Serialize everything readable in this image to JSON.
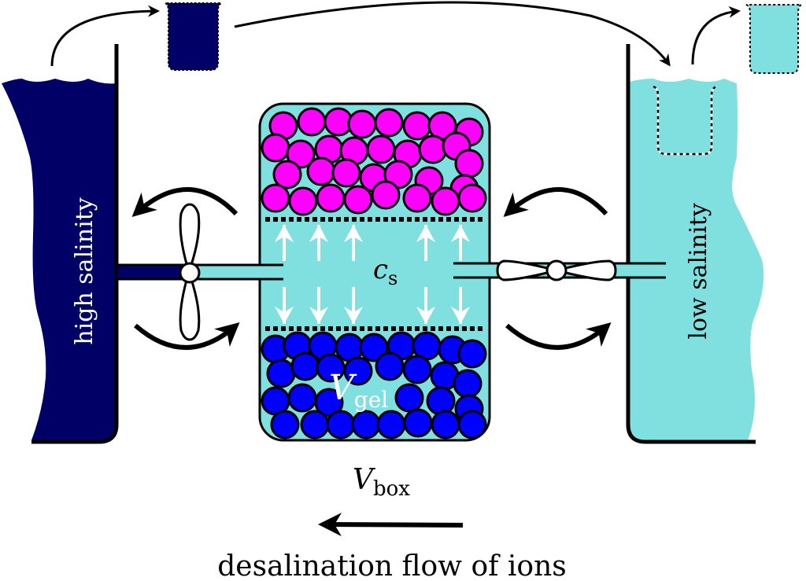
{
  "diagram": {
    "title": "Gel desalination engine schematic",
    "colors": {
      "high_salinity": "#000066",
      "low_salinity": "#80e0e0",
      "swollen_gel": "#ff00ff",
      "collapsed_gel": "#0000ff",
      "outline": "#000000",
      "arrow_light": "#ffffff"
    },
    "labels": {
      "high_salinity": "high salinity",
      "low_salinity": "low salinity",
      "cs_main": "c",
      "cs_sub": "s",
      "vgel_main": "V",
      "vgel_sub": "gel",
      "vbox_main": "V",
      "vbox_sub": "box",
      "flow_caption": "desalination flow of ions"
    },
    "components": [
      {
        "name": "high-salinity-reservoir",
        "label_key": "high_salinity"
      },
      {
        "name": "low-salinity-reservoir",
        "label_key": "low_salinity"
      },
      {
        "name": "gel-box",
        "label_key": "vbox_main"
      },
      {
        "name": "left-propeller",
        "orientation": "vertical"
      },
      {
        "name": "right-propeller",
        "orientation": "horizontal"
      },
      {
        "name": "dark-beaker-transfer"
      },
      {
        "name": "light-beaker-transfer"
      }
    ],
    "gel_arrow_columns": 5,
    "flow_direction": "right-to-left"
  }
}
